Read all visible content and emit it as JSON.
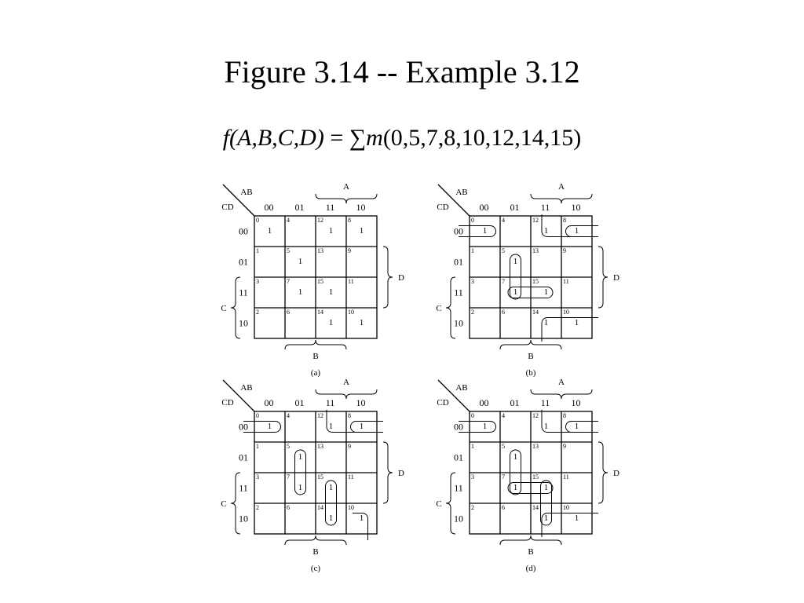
{
  "title": "Figure 3.14 -- Example 3.12",
  "formula": {
    "lhs": "f(A,B,C,D)",
    "eq": " = ",
    "sigma": "∑",
    "m": "m",
    "args": "(0,5,7,8,10,12,14,15)"
  },
  "kmap_labels": {
    "row_var": "AB",
    "col_var": "CD",
    "col_headers": [
      "00",
      "01",
      "11",
      "10"
    ],
    "row_headers": [
      "00",
      "01",
      "11",
      "10"
    ],
    "brace_A": "A",
    "brace_B": "B",
    "brace_C": "C",
    "brace_D": "D",
    "cell_numbers": [
      [
        "0",
        "4",
        "12",
        "8"
      ],
      [
        "1",
        "5",
        "13",
        "9"
      ],
      [
        "3",
        "7",
        "15",
        "11"
      ],
      [
        "2",
        "6",
        "14",
        "10"
      ]
    ],
    "one": "1"
  },
  "minterms": [
    0,
    5,
    7,
    8,
    10,
    12,
    14,
    15
  ],
  "maps": [
    {
      "caption": "(a)",
      "loops": []
    },
    {
      "caption": "(b)",
      "loops": [
        {
          "type": "wrap_h",
          "row": 0,
          "cols": [
            0,
            3
          ]
        },
        {
          "type": "v",
          "col": 1,
          "rows": [
            1,
            2
          ]
        },
        {
          "type": "h",
          "row": 2,
          "cols": [
            1,
            2
          ]
        },
        {
          "type": "wrap_h",
          "row": 3,
          "cols": [
            2,
            3
          ]
        },
        {
          "type": "wrap_h",
          "row": 0,
          "cols": [
            2,
            3
          ]
        }
      ]
    },
    {
      "caption": "(c)",
      "loops": [
        {
          "type": "wrap_h",
          "row": 0,
          "cols": [
            0,
            3
          ]
        },
        {
          "type": "v",
          "col": 1,
          "rows": [
            1,
            2
          ]
        },
        {
          "type": "v",
          "col": 2,
          "rows": [
            2,
            3
          ]
        },
        {
          "type": "wrap_h",
          "row": 3,
          "cols": [
            3,
            3
          ]
        },
        {
          "type": "wrap_h",
          "row": 0,
          "cols": [
            2,
            3
          ]
        }
      ]
    },
    {
      "caption": "(d)",
      "loops": [
        {
          "type": "wrap_h",
          "row": 0,
          "cols": [
            0,
            3
          ]
        },
        {
          "type": "v",
          "col": 1,
          "rows": [
            1,
            2
          ]
        },
        {
          "type": "h",
          "row": 2,
          "cols": [
            1,
            2
          ]
        },
        {
          "type": "v",
          "col": 2,
          "rows": [
            2,
            3
          ]
        },
        {
          "type": "wrap_h",
          "row": 3,
          "cols": [
            2,
            3
          ]
        },
        {
          "type": "wrap_h",
          "row": 0,
          "cols": [
            2,
            3
          ]
        }
      ]
    }
  ]
}
